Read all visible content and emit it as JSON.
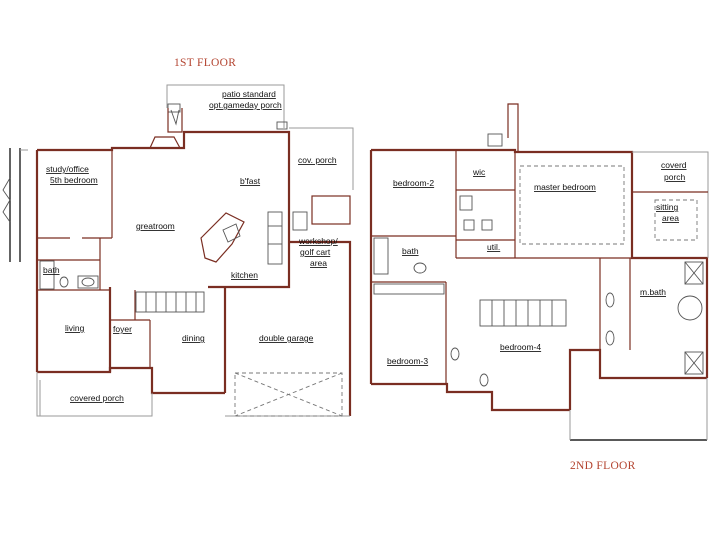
{
  "floors": {
    "first": {
      "title": "1ST FLOOR",
      "rooms": {
        "patio_line1": "patio standard",
        "patio_line2": "opt.gameday porch",
        "study_line1": "study/office",
        "study_line2": "5th bedroom",
        "bfast": "b'fast",
        "cov_porch": "cov. porch",
        "greatroom": "greatroom",
        "workshop_line1": "workshop/",
        "workshop_line2": "golf cart",
        "workshop_line3": "area",
        "kitchen": "kitchen",
        "bath": "bath",
        "living": "living",
        "foyer": "foyer",
        "dining": "dining",
        "double_garage": "double garage",
        "covered_porch": "covered porch"
      }
    },
    "second": {
      "title": "2ND FLOOR",
      "rooms": {
        "bedroom2": "bedroom-2",
        "wic": "wic",
        "master_bedroom": "master bedroom",
        "coverd_porch_line1": "coverd",
        "coverd_porch_line2": "porch",
        "sitting_line1": "sitting",
        "sitting_line2": "area",
        "util": "util.",
        "bath": "bath",
        "mbath": "m.bath",
        "bedroom3": "bedroom-3",
        "bedroom4": "bedroom-4"
      }
    }
  },
  "colors": {
    "walls": "#7a2e22",
    "floor_titles": "#b3432f",
    "text": "#111111"
  }
}
